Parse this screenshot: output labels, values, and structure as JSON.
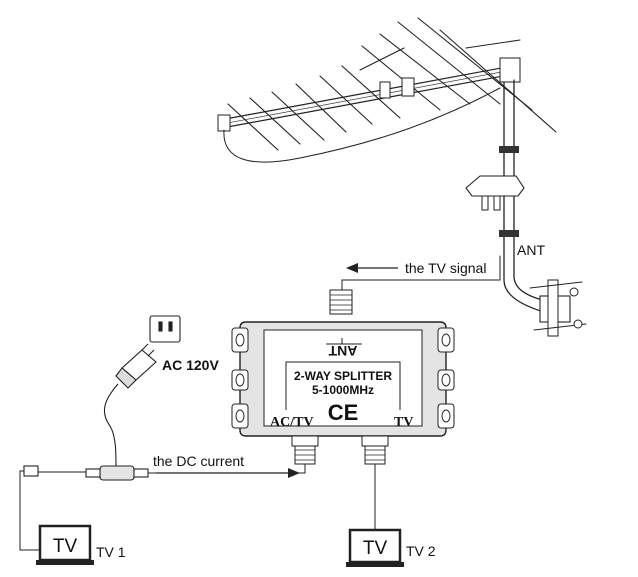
{
  "labels": {
    "ant_side": "ANT",
    "tv_signal": "the TV signal",
    "dc_current": "the DC current",
    "ac_voltage": "AC  120V"
  },
  "splitter": {
    "top_port": "ANT",
    "title": "2-WAY  SPLITTER",
    "freq": "5-1000MHz",
    "mark": "CE",
    "left_port": "AC/TV",
    "right_port": "TV"
  },
  "tvs": [
    {
      "screen": "TV",
      "caption": "TV 1"
    },
    {
      "screen": "TV",
      "caption": "TV 2"
    }
  ],
  "colors": {
    "line": "#222222",
    "body_fill": "#e4e4e4",
    "label_fill": "#ffffff"
  }
}
